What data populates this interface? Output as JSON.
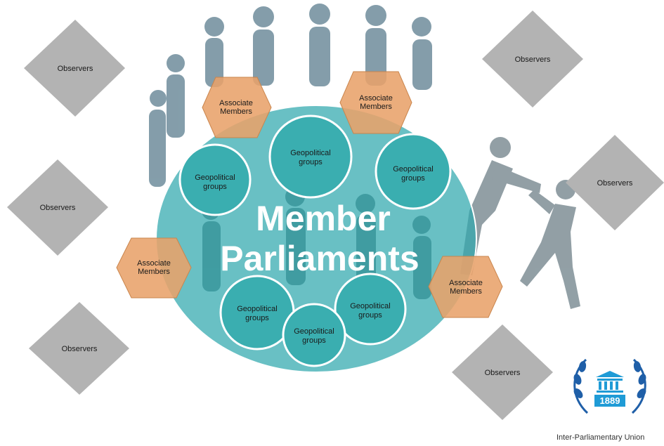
{
  "diagram": {
    "title_line1": "Member",
    "title_line2": "Parliaments",
    "observers": [
      {
        "label": "Observers"
      },
      {
        "label": "Observers"
      },
      {
        "label": "Observers"
      },
      {
        "label": "Observers"
      },
      {
        "label": "Observers"
      },
      {
        "label": "Observers"
      }
    ],
    "associates": [
      {
        "label_line1": "Associate",
        "label_line2": "Members"
      },
      {
        "label_line1": "Associate",
        "label_line2": "Members"
      },
      {
        "label_line1": "Associate",
        "label_line2": "Members"
      },
      {
        "label_line1": "Associate",
        "label_line2": "Members"
      }
    ],
    "groups": [
      {
        "label_line1": "Geopolitical",
        "label_line2": "groups"
      },
      {
        "label_line1": "Geopolitical",
        "label_line2": "groups"
      },
      {
        "label_line1": "Geopolitical",
        "label_line2": "groups"
      },
      {
        "label_line1": "Geopolitical",
        "label_line2": "groups"
      },
      {
        "label_line1": "Geopolitical",
        "label_line2": "groups"
      },
      {
        "label_line1": "Geopolitical",
        "label_line2": "groups"
      }
    ],
    "colors": {
      "observer": "#b3b3b3",
      "associate": "#e8a26a",
      "group": "#3aaeb0",
      "main": "#2fa7ad",
      "figures": "#8a9fa8"
    }
  },
  "logo": {
    "year": "1889",
    "caption": "Inter-Parliamentary Union"
  }
}
